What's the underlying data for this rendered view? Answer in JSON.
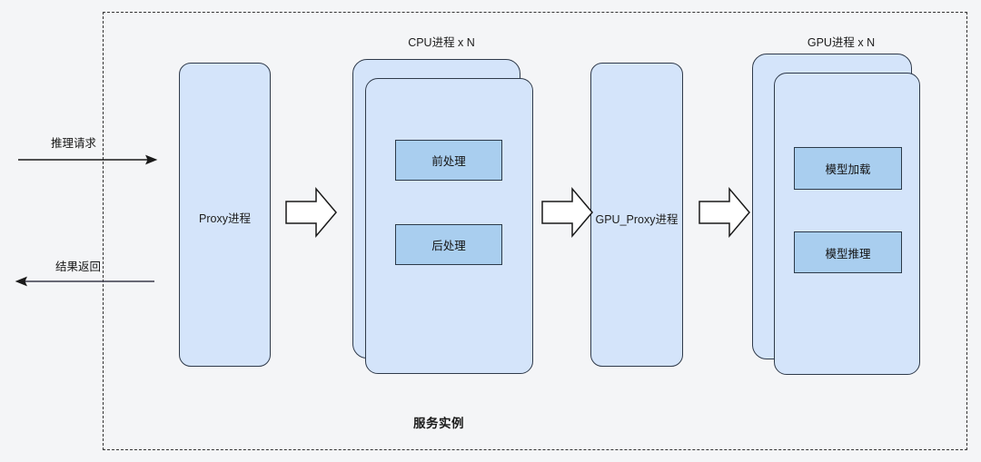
{
  "diagram": {
    "boundary_label": "服务实例",
    "colors": {
      "card_fill": "#d4e4fa",
      "card_stroke": "#2f3a4a",
      "subbox_fill": "#a9ceef",
      "subbox_stroke": "#2c3a49",
      "background": "#f4f5f7",
      "dashed_border": "#333333",
      "arrow_stroke": "#1a1a1a",
      "block_arrow_fill": "#ffffff"
    },
    "flows": [
      {
        "label": "推理请求",
        "direction": "right"
      },
      {
        "label": "结果返回",
        "direction": "left"
      }
    ],
    "groups": [
      {
        "caption": "CPU进程 x N"
      },
      {
        "caption": "GPU进程 x N"
      }
    ],
    "processes": [
      {
        "name": "Proxy进程",
        "stacked": false
      },
      {
        "name": "",
        "stacked": true,
        "caption": "CPU进程 x N",
        "sub_boxes": [
          "前处理",
          "后处理"
        ]
      },
      {
        "name": "GPU_Proxy进程",
        "stacked": false
      },
      {
        "name": "",
        "stacked": true,
        "caption": "GPU进程 x N",
        "sub_boxes": [
          "模型加载",
          "模型推理"
        ]
      }
    ],
    "sub_boxes": {
      "cpu_pre": "前处理",
      "cpu_post": "后处理",
      "gpu_load": "模型加载",
      "gpu_infer": "模型推理"
    },
    "process_names": {
      "proxy": "Proxy进程",
      "gpu_proxy": "GPU_Proxy进程"
    },
    "block_arrows": [
      {
        "from": "Proxy进程",
        "to": "CPU进程"
      },
      {
        "from": "CPU进程",
        "to": "GPU_Proxy进程"
      },
      {
        "from": "GPU_Proxy进程",
        "to": "GPU进程"
      }
    ]
  }
}
